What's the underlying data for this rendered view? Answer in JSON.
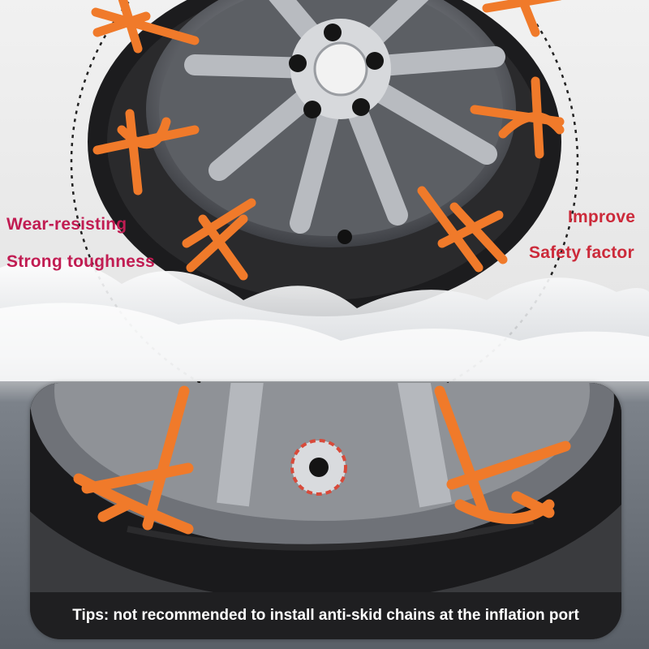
{
  "labels": {
    "left": [
      "Wear-resisting",
      "Strong toughness"
    ],
    "right": [
      "Improve",
      "Safety factor"
    ]
  },
  "tips": "Tips: not recommended to install anti-skid chains at the inflation port",
  "colors": {
    "left_label": "#c11c52",
    "right_label": "#cc2a3a",
    "chain_orange": "#f07a2a",
    "tire": "#1c1c1e",
    "rim": "#8d9096",
    "highlight_ring": "#d84a3a"
  },
  "icons": [
    "valve-stem-icon",
    "dashed-highlight-circle-icon"
  ]
}
